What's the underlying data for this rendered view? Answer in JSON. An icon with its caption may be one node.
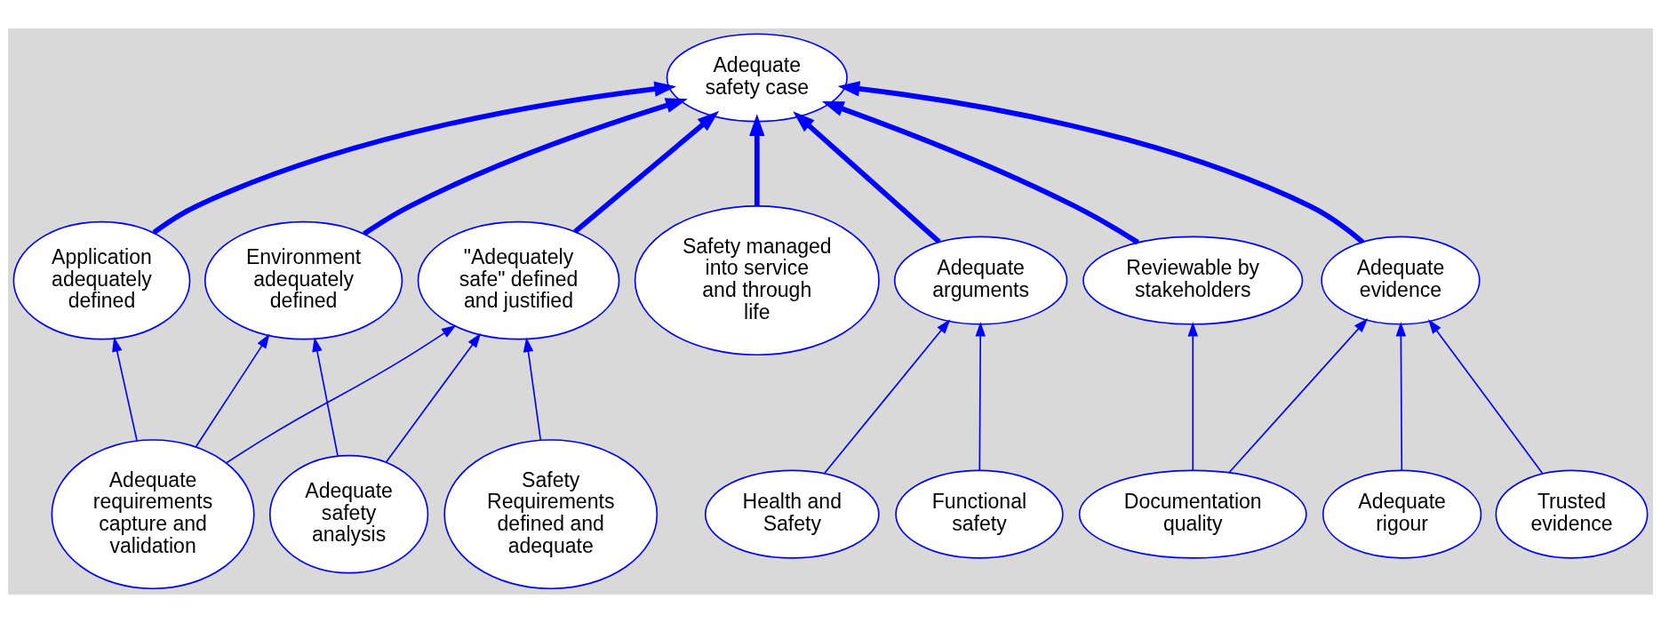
{
  "diagram": {
    "nodes": [
      {
        "text": [
          "Adequate safety case"
        ]
      },
      {
        "text": [
          "Application adequately defined"
        ]
      },
      {
        "text": [
          "Environment adequately defined"
        ]
      },
      {
        "text": [
          "\"Adequately safe\" defined and justified"
        ]
      },
      {
        "text": [
          "Safety managed into service and through life"
        ]
      },
      {
        "text": [
          "Reviewable by stakeholders"
        ]
      },
      {
        "text": [
          "Adequate arguments"
        ]
      },
      {
        "text": [
          "Adequate evidence"
        ]
      },
      {
        "text": [
          "Adequate requirements capture and validation"
        ]
      },
      {
        "text": [
          "Safety Requirements defined and adequate"
        ]
      },
      {
        "text": [
          "Adequate safety analysis"
        ]
      },
      {
        "text": [
          "Functional safety"
        ]
      },
      {
        "text": [
          "Health and Safety"
        ]
      },
      {
        "text": [
          "Documentation quality"
        ]
      },
      {
        "text": [
          "Adequate rigour"
        ]
      },
      {
        "text": [
          "Trusted evidence"
        ]
      }
    ],
    "edges": [
      {
        "from": 1,
        "to": 0,
        "arrow": "to",
        "style": "thick"
      },
      {
        "from": 2,
        "to": 0,
        "arrow": "to",
        "style": "thick"
      },
      {
        "from": 3,
        "to": 0,
        "arrow": "to",
        "style": "thick"
      },
      {
        "from": 4,
        "to": 0,
        "arrow": "to",
        "style": "thick"
      },
      {
        "from": 5,
        "to": 0,
        "arrow": "to",
        "style": "thick"
      },
      {
        "from": 6,
        "to": 0,
        "arrow": "to",
        "style": "thick"
      },
      {
        "from": 7,
        "to": 0,
        "arrow": "to",
        "style": "thick"
      },
      {
        "from": 8,
        "to": 1,
        "arrow": "to"
      },
      {
        "from": 8,
        "to": 2,
        "arrow": "to"
      },
      {
        "from": 8,
        "to": 3,
        "arrow": "to"
      },
      {
        "from": 9,
        "to": 3,
        "arrow": "to"
      },
      {
        "from": 10,
        "to": 2,
        "arrow": "to"
      },
      {
        "from": 10,
        "to": 3,
        "arrow": "to"
      },
      {
        "from": 11,
        "to": 6,
        "arrow": "to"
      },
      {
        "from": 12,
        "to": 6,
        "arrow": "to"
      },
      {
        "from": 13,
        "to": 5,
        "arrow": "to"
      },
      {
        "from": 13,
        "to": 7,
        "arrow": "to"
      },
      {
        "from": 14,
        "to": 7,
        "arrow": "to"
      },
      {
        "from": 15,
        "to": 7,
        "arrow": "to"
      }
    ]
  }
}
